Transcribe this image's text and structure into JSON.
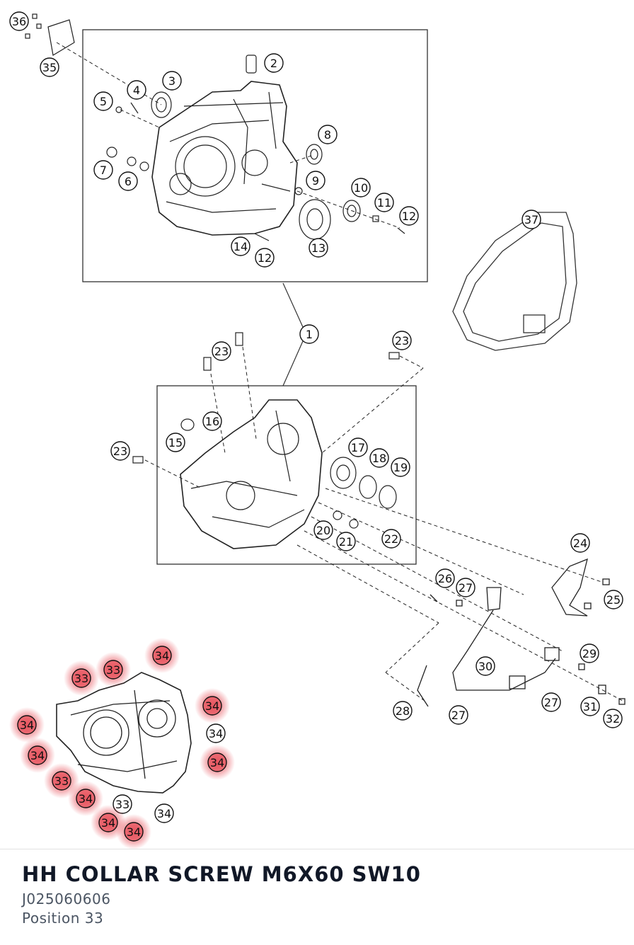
{
  "part": {
    "name": "HH COLLAR SCREW M6X60 SW10",
    "number": "J025060606",
    "position_text": "Position 33"
  },
  "diagram": {
    "highlight_color": "#e11d2a",
    "callouts": [
      {
        "n": "36"
      },
      {
        "n": "35"
      },
      {
        "n": "2"
      },
      {
        "n": "3"
      },
      {
        "n": "4"
      },
      {
        "n": "5"
      },
      {
        "n": "8"
      },
      {
        "n": "7"
      },
      {
        "n": "6"
      },
      {
        "n": "9"
      },
      {
        "n": "10"
      },
      {
        "n": "11"
      },
      {
        "n": "12"
      },
      {
        "n": "14"
      },
      {
        "n": "12"
      },
      {
        "n": "13"
      },
      {
        "n": "37"
      },
      {
        "n": "1"
      },
      {
        "n": "23"
      },
      {
        "n": "23"
      },
      {
        "n": "16"
      },
      {
        "n": "15"
      },
      {
        "n": "23"
      },
      {
        "n": "17"
      },
      {
        "n": "18"
      },
      {
        "n": "19"
      },
      {
        "n": "20"
      },
      {
        "n": "21"
      },
      {
        "n": "22"
      },
      {
        "n": "24"
      },
      {
        "n": "26"
      },
      {
        "n": "27"
      },
      {
        "n": "25"
      },
      {
        "n": "29"
      },
      {
        "n": "30"
      },
      {
        "n": "27"
      },
      {
        "n": "31"
      },
      {
        "n": "32"
      },
      {
        "n": "28"
      },
      {
        "n": "27"
      },
      {
        "n": "34",
        "highlight": true
      },
      {
        "n": "33",
        "highlight": true
      },
      {
        "n": "33",
        "highlight": true
      },
      {
        "n": "34",
        "highlight": true
      },
      {
        "n": "34",
        "highlight": true
      },
      {
        "n": "34"
      },
      {
        "n": "34",
        "highlight": true
      },
      {
        "n": "34",
        "highlight": true
      },
      {
        "n": "33",
        "highlight": true
      },
      {
        "n": "34",
        "highlight": true
      },
      {
        "n": "33"
      },
      {
        "n": "34",
        "highlight": true
      },
      {
        "n": "34",
        "highlight": true
      },
      {
        "n": "34"
      }
    ]
  }
}
